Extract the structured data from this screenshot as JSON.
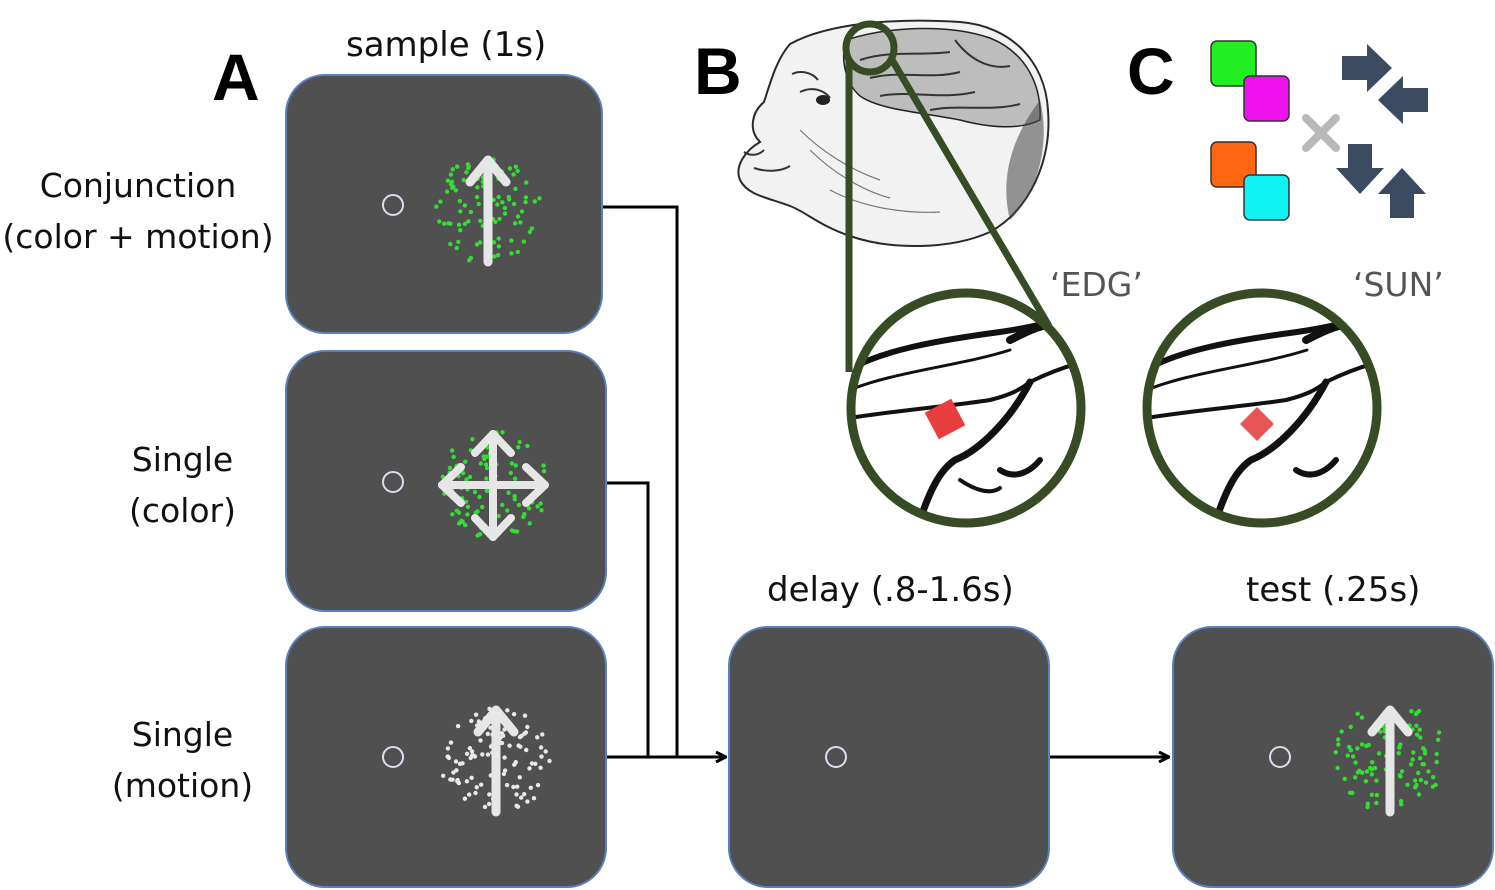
{
  "panel_a": {
    "letter": "A",
    "sample_heading": "sample (1s)",
    "delay_heading": "delay (.8-1.6s)",
    "test_heading": "test (.25s)",
    "rows": [
      {
        "line1": "Conjunction",
        "line2": "(color + motion)"
      },
      {
        "line1": "Single",
        "line2": "(color)"
      },
      {
        "line1": "Single",
        "line2": "(motion)"
      }
    ]
  },
  "panel_b": {
    "letter": "B",
    "monkey_icon": "monkey-head-sketch",
    "arrays": [
      {
        "label": "‘EDG’"
      },
      {
        "label": "‘SUN’"
      }
    ]
  },
  "panel_c": {
    "letter": "C",
    "times_icon": "times-icon",
    "color_pairs": [
      [
        "#22ee22",
        "#ee11ee"
      ],
      [
        "#ff6611",
        "#11f2f2"
      ]
    ],
    "arrow_color": "#3a4a60"
  },
  "colors": {
    "screen_bg": "#505050",
    "screen_border": "#5b7fc0",
    "dot_green": "#33dd33",
    "dot_white": "#e8e8e8",
    "arrow": "#e6e6e6",
    "lens_ring": "#374c24",
    "electrode": "#e83d3d"
  }
}
